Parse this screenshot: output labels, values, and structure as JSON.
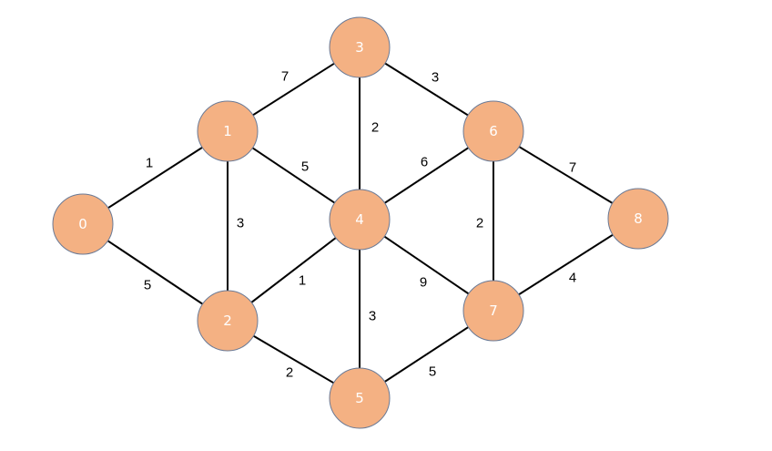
{
  "graph": {
    "colors": {
      "node_fill": "#F4B183",
      "node_stroke": "#6A7A96",
      "edge": "#000000",
      "node_label": "#FFFFFF"
    },
    "nodes": [
      {
        "id": "0",
        "label": "0"
      },
      {
        "id": "1",
        "label": "1"
      },
      {
        "id": "2",
        "label": "2"
      },
      {
        "id": "3",
        "label": "3"
      },
      {
        "id": "4",
        "label": "4"
      },
      {
        "id": "5",
        "label": "5"
      },
      {
        "id": "6",
        "label": "6"
      },
      {
        "id": "7",
        "label": "7"
      },
      {
        "id": "8",
        "label": "8"
      }
    ],
    "edges": [
      {
        "from": "0",
        "to": "1",
        "weight": "1"
      },
      {
        "from": "0",
        "to": "2",
        "weight": "5"
      },
      {
        "from": "1",
        "to": "3",
        "weight": "7"
      },
      {
        "from": "1",
        "to": "2",
        "weight": "3"
      },
      {
        "from": "1",
        "to": "4",
        "weight": "5"
      },
      {
        "from": "3",
        "to": "4",
        "weight": "2"
      },
      {
        "from": "3",
        "to": "6",
        "weight": "3"
      },
      {
        "from": "4",
        "to": "6",
        "weight": "6"
      },
      {
        "from": "4",
        "to": "2",
        "weight": "1"
      },
      {
        "from": "4",
        "to": "5",
        "weight": "3"
      },
      {
        "from": "4",
        "to": "7",
        "weight": "9"
      },
      {
        "from": "6",
        "to": "7",
        "weight": "2"
      },
      {
        "from": "6",
        "to": "8",
        "weight": "7"
      },
      {
        "from": "8",
        "to": "7",
        "weight": "4"
      },
      {
        "from": "2",
        "to": "5",
        "weight": "2"
      },
      {
        "from": "5",
        "to": "7",
        "weight": "5"
      }
    ]
  }
}
